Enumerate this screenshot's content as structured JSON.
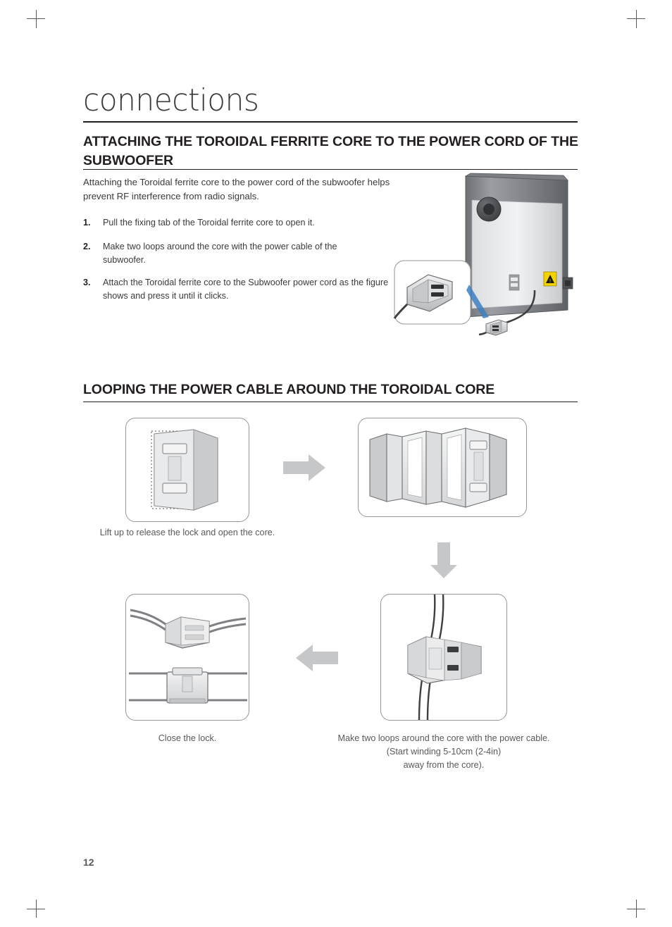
{
  "page": {
    "chapter_title": "connections",
    "page_number": "12"
  },
  "section1": {
    "heading": "ATTACHING THE TOROIDAL FERRITE CORE TO THE POWER CORD OF THE SUBWOOFER",
    "intro": "Attaching the Toroidal ferrite core to the power cord of the subwoofer helps prevent RF interference from radio signals.",
    "steps": [
      {
        "num": "1.",
        "text": "Pull the fixing tab of the Toroidal ferrite core to open it."
      },
      {
        "num": "2.",
        "text": "Make two loops around the core with the power cable of the subwoofer."
      },
      {
        "num": "3.",
        "text": "Attach the Toroidal ferrite core to the Subwoofer power cord as the figure shows and press it until it clicks."
      }
    ]
  },
  "section2": {
    "heading": "LOOPING THE POWER CABLE AROUND THE TOROIDAL CORE",
    "captions": {
      "step1": "Lift up to release the lock and open the core.",
      "step3": "Close the lock.",
      "step2_line1": "Make two loops around the core with the power cable.",
      "step2_line2": "(Start winding 5-10cm (2-4in)",
      "step2_line3": "away from the core)."
    }
  },
  "colors": {
    "text": "#231f20",
    "body_text": "#3b3b3d",
    "caption": "#58595b",
    "rule": "#231f20",
    "frame_border": "#949699",
    "arrow": "#c6c7c9",
    "sub_dark": "#6f7276",
    "sub_mid": "#8d9094",
    "core_light": "#e6e7e8",
    "core_mid": "#c9cacc",
    "warn_yellow": "#f5d300"
  }
}
